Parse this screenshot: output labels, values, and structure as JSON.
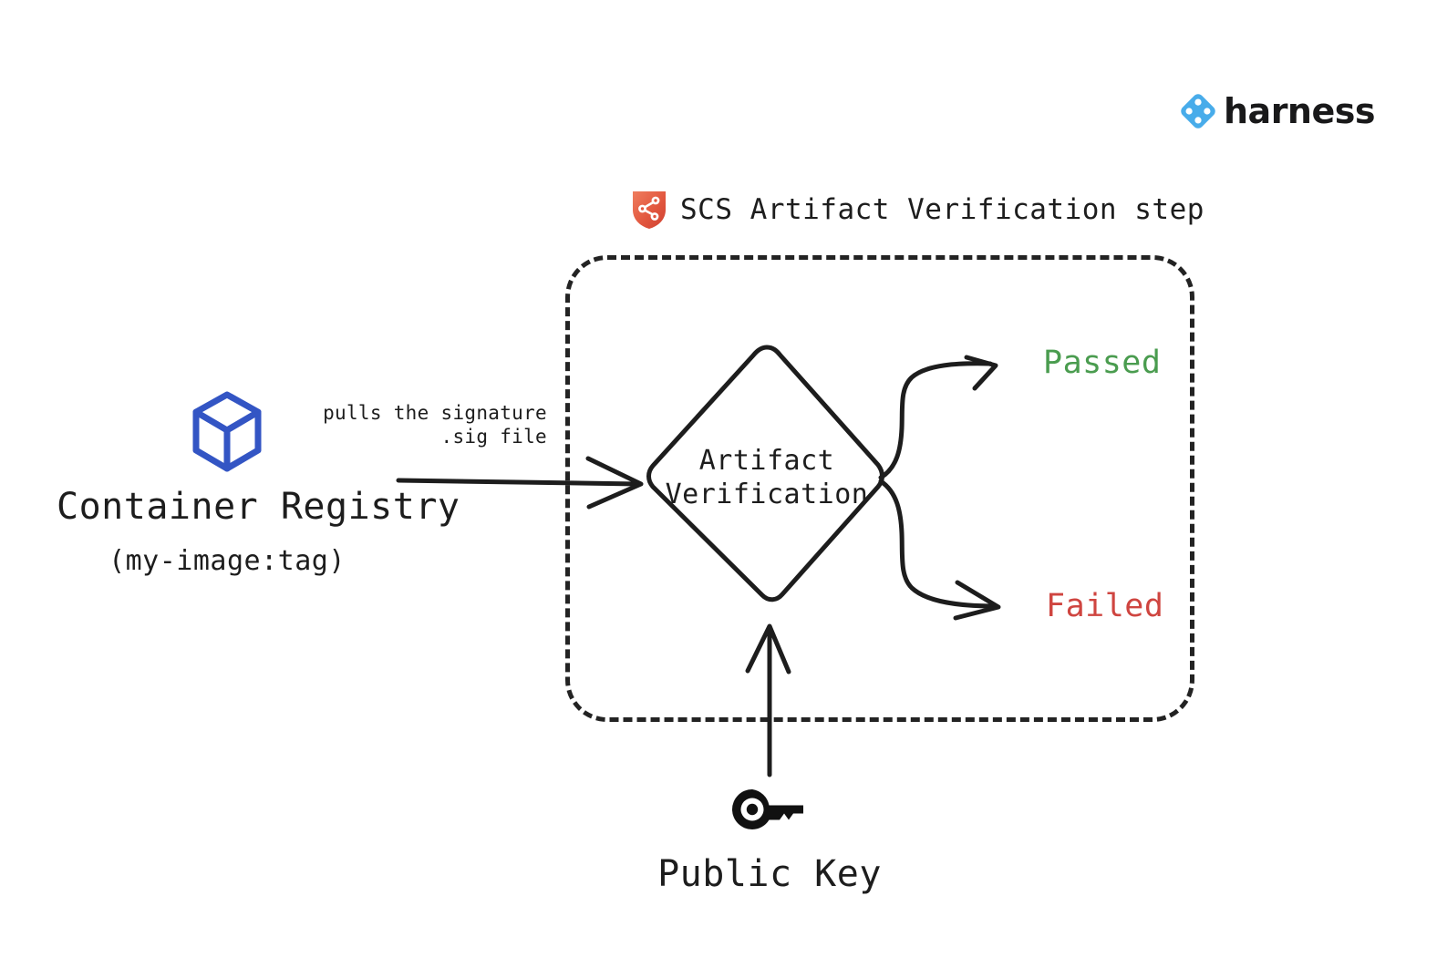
{
  "brand": {
    "name": "harness",
    "mark_icon": "harness-diamond-logo-icon",
    "mark_color": "#48acea"
  },
  "step": {
    "icon": "scs-shield-icon",
    "icon_color": "#e2573f",
    "title": "SCS Artifact Verification step",
    "boundary_style": "dashed"
  },
  "source": {
    "icon": "container-cube-icon",
    "icon_color": "#3355c4",
    "title": "Container Registry",
    "subtitle": "(my-image:tag)"
  },
  "edge_source_to_check": {
    "label_line1": "pulls the signature",
    "label_line2": ".sig file",
    "arrow_icon": "arrow-right-icon"
  },
  "decision": {
    "shape": "diamond",
    "line1": "Artifact",
    "line2": "Verification"
  },
  "outcomes": [
    {
      "label": "Passed",
      "color": "#4a9c4f",
      "arrow_icon": "arrow-up-right-icon"
    },
    {
      "label": "Failed",
      "color": "#cf4540",
      "arrow_icon": "arrow-down-right-icon"
    }
  ],
  "input_key": {
    "icon": "key-icon",
    "icon_color": "#111111",
    "label": "Public Key",
    "arrow_icon": "arrow-up-icon"
  },
  "canvas": {
    "background": "#ffffff",
    "ink": "#1d1d1d"
  }
}
